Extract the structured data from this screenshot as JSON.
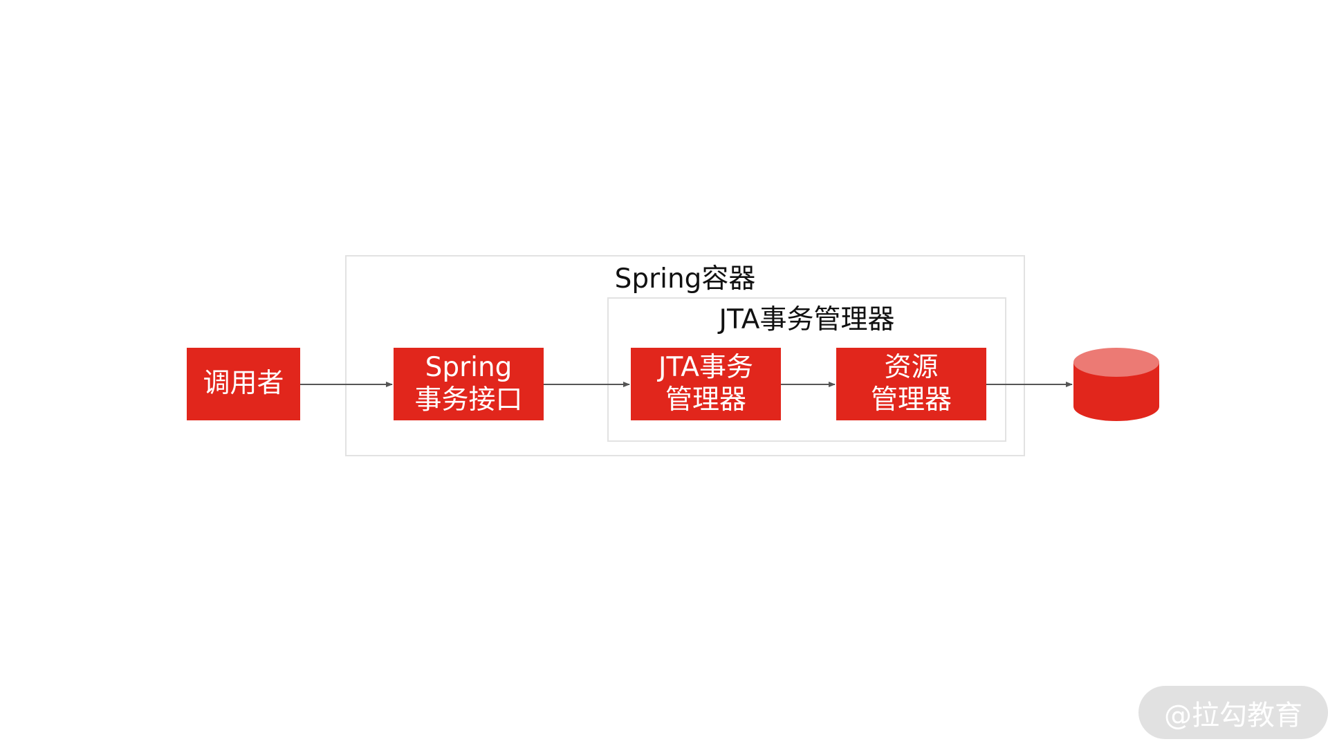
{
  "diagram": {
    "containers": {
      "spring": {
        "label": "Spring容器"
      },
      "jta": {
        "label": "JTA事务管理器"
      }
    },
    "nodes": {
      "caller": {
        "lines": [
          "调用者"
        ]
      },
      "spring_interface": {
        "lines": [
          "Spring",
          "事务接口"
        ]
      },
      "jta_manager": {
        "lines": [
          "JTA事务",
          "管理器"
        ]
      },
      "resource_manager": {
        "lines": [
          "资源",
          "管理器"
        ]
      }
    },
    "database": {
      "icon": "database-cylinder-icon"
    },
    "edges": [
      {
        "from": "caller",
        "to": "spring_interface"
      },
      {
        "from": "spring_interface",
        "to": "jta_manager"
      },
      {
        "from": "jta_manager",
        "to": "resource_manager"
      },
      {
        "from": "resource_manager",
        "to": "database"
      }
    ],
    "colors": {
      "node_fill": "#e1261c",
      "node_text": "#ffffff",
      "db_top": "#ec7a74",
      "frame_border": "#e2e2e2",
      "arrow": "#555555"
    }
  },
  "watermark": {
    "text": "@拉勾教育"
  }
}
